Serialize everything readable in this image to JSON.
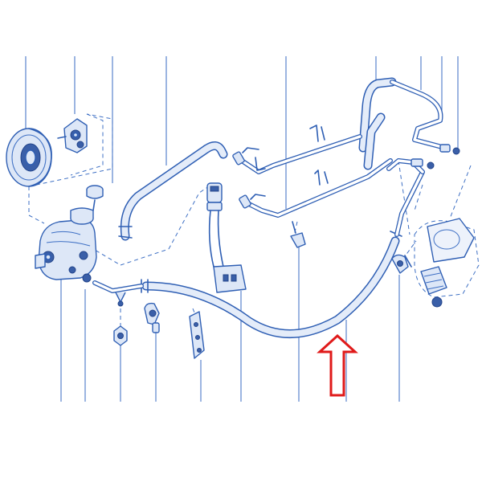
{
  "diagram": {
    "type": "exploded parts diagram",
    "colors": {
      "line": "#2f5fb4",
      "hose_fill": "#e4ecf9",
      "part_fill": "#dde7f7",
      "highlight_arrow": "#e01a1a",
      "background": "#ffffff"
    },
    "highlight": {
      "icon": "up-arrow-icon"
    },
    "parts": [
      "pulley",
      "tensioner-bracket",
      "reservoir-cap",
      "power-steering-pump",
      "return-hose",
      "connector-plug",
      "pressure-hose",
      "pressure-pipe-upper",
      "pressure-pipe-lower",
      "clip",
      "nut",
      "clamp",
      "bracket-plate",
      "steering-rack",
      "hose-clamp"
    ]
  }
}
